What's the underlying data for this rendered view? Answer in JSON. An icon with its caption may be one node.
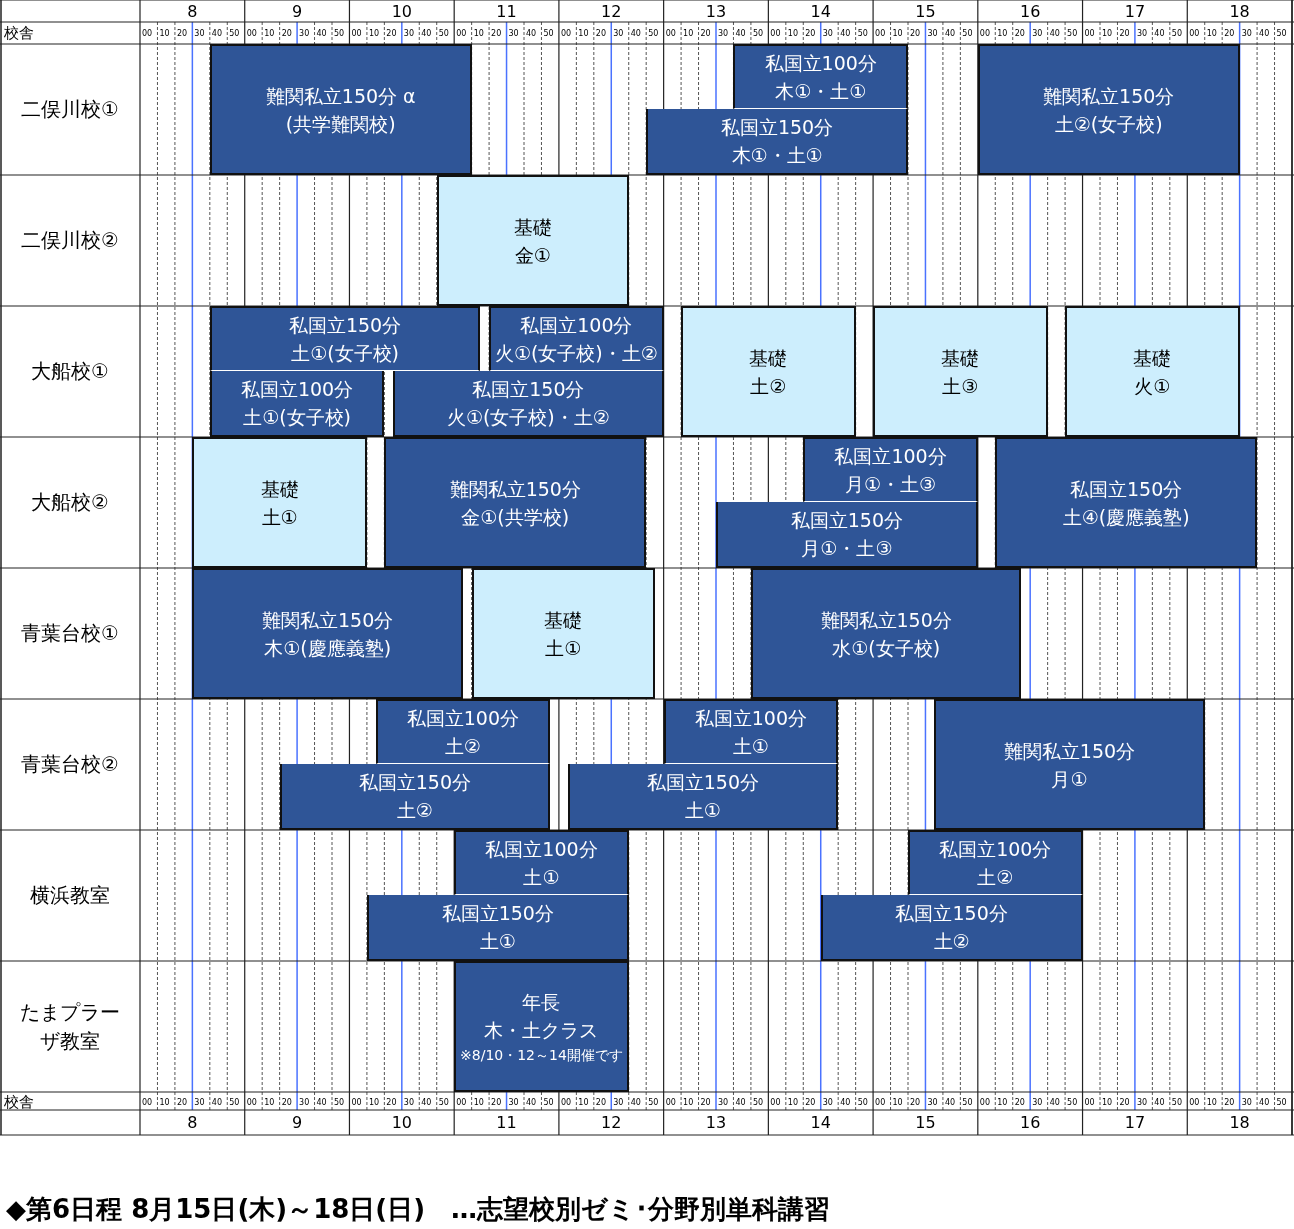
{
  "diagram": {
    "caption": "◆第6日程 8月15日(木)～18日(日)　…志望校別ゼミ･分野別単科講習",
    "nodes": [
      {
        "text": [
          "難関私立150分 α",
          "(共学難関校)"
        ]
      },
      {
        "text": [
          "私国立100分",
          "木①・土①"
        ]
      },
      {
        "text": [
          "私国立150分",
          "木①・土①"
        ]
      },
      {
        "text": [
          "難関私立150分",
          "土②(女子校)"
        ]
      },
      {
        "text": [
          "基礎",
          "金①"
        ]
      },
      {
        "text": [
          "私国立150分",
          "土①(女子校)"
        ]
      },
      {
        "text": [
          "私国立100分",
          "火①(女子校)・土②"
        ]
      },
      {
        "text": [
          "私国立100分",
          "土①(女子校)"
        ]
      },
      {
        "text": [
          "私国立150分",
          "火①(女子校)・土②"
        ]
      },
      {
        "text": [
          "基礎",
          "土②"
        ]
      },
      {
        "text": [
          "基礎",
          "土③"
        ]
      },
      {
        "text": [
          "基礎",
          "火①"
        ]
      },
      {
        "text": [
          "基礎",
          "土①"
        ]
      },
      {
        "text": [
          "難関私立150分",
          "金①(共学校)"
        ]
      },
      {
        "text": [
          "私国立100分",
          "月①・土③"
        ]
      },
      {
        "text": [
          "私国立150分",
          "月①・土③"
        ]
      },
      {
        "text": [
          "私国立150分",
          "土④(慶應義塾)"
        ]
      },
      {
        "text": [
          "難関私立150分",
          "木①(慶應義塾)"
        ]
      },
      {
        "text": [
          "基礎",
          "土①"
        ]
      },
      {
        "text": [
          "難関私立150分",
          "水①(女子校)"
        ]
      },
      {
        "text": [
          "私国立100分",
          "土②"
        ]
      },
      {
        "text": [
          "私国立150分",
          "土②"
        ]
      },
      {
        "text": [
          "私国立100分",
          "土①"
        ]
      },
      {
        "text": [
          "私国立150分",
          "土①"
        ]
      },
      {
        "text": [
          "難関私立150分",
          "月①"
        ]
      },
      {
        "text": [
          "私国立100分",
          "土①"
        ]
      },
      {
        "text": [
          "私国立150分",
          "土①"
        ]
      },
      {
        "text": [
          "私国立100分",
          "土②"
        ]
      },
      {
        "text": [
          "私国立150分",
          "土②"
        ]
      },
      {
        "text": [
          "年長",
          "木・土クラス",
          "※8/10・12～14開催です"
        ]
      }
    ],
    "labels": [
      "校舎",
      "8",
      "9",
      "10",
      "11",
      "12",
      "13",
      "14",
      "15",
      "16",
      "17",
      "18",
      "00",
      "10",
      "20",
      "30",
      "40",
      "50",
      "00",
      "10",
      "20",
      "30",
      "40",
      "50",
      "00",
      "10",
      "20",
      "30",
      "40",
      "50",
      "00",
      "10",
      "20",
      "30",
      "40",
      "50",
      "00",
      "10",
      "20",
      "30",
      "40",
      "50",
      "00",
      "10",
      "20",
      "30",
      "40",
      "50",
      "00",
      "10",
      "20",
      "30",
      "40",
      "50",
      "00",
      "10",
      "20",
      "30",
      "40",
      "50",
      "00",
      "10",
      "20",
      "30",
      "40",
      "50",
      "00",
      "10",
      "20",
      "30",
      "40",
      "50",
      "00",
      "10",
      "20",
      "30",
      "40",
      "50",
      "二俣川校①",
      "二俣川校②",
      "大船校①",
      "大船校②",
      "青葉台校①",
      "青葉台校②",
      "横浜教室",
      "たまプラーザ教室",
      "校舎",
      "00",
      "10",
      "20",
      "30",
      "40",
      "50",
      "00",
      "10",
      "20",
      "30",
      "40",
      "50",
      "00",
      "10",
      "20",
      "30",
      "40",
      "50",
      "00",
      "10",
      "20",
      "30",
      "40",
      "50",
      "00",
      "10",
      "20",
      "30",
      "40",
      "50",
      "00",
      "10",
      "20",
      "30",
      "40",
      "50",
      "00",
      "10",
      "20",
      "30",
      "40",
      "50",
      "00",
      "10",
      "20",
      "30",
      "40",
      "50",
      "00",
      "10",
      "20",
      "30",
      "40",
      "50",
      "00",
      "10",
      "20",
      "30",
      "40",
      "50",
      "00",
      "10",
      "20",
      "30",
      "40",
      "50",
      "8",
      "9",
      "10",
      "11",
      "12",
      "13",
      "14",
      "15",
      "16",
      "17",
      "18"
    ]
  }
}
